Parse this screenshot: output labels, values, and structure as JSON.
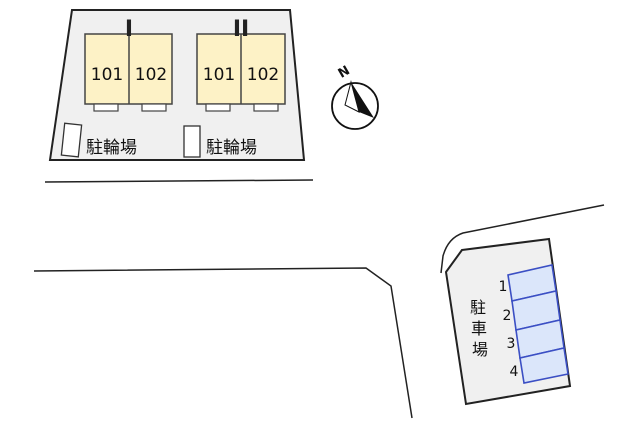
{
  "site": {
    "buildings": [
      {
        "name": "I",
        "units": [
          "101",
          "102"
        ]
      },
      {
        "name": "II",
        "units": [
          "101",
          "102"
        ]
      }
    ],
    "bicycle_parking_label": "駐輪場",
    "parking_label_chars": [
      "駐",
      "車",
      "場"
    ],
    "parking_spaces": [
      "1",
      "2",
      "3",
      "4"
    ],
    "compass_label": "N"
  },
  "colors": {
    "lot": "#f0f0f0",
    "building": "#fdf2c6",
    "parking_space": "#dbe6fa",
    "parking_border": "#3b4fc4",
    "line": "#222222"
  }
}
